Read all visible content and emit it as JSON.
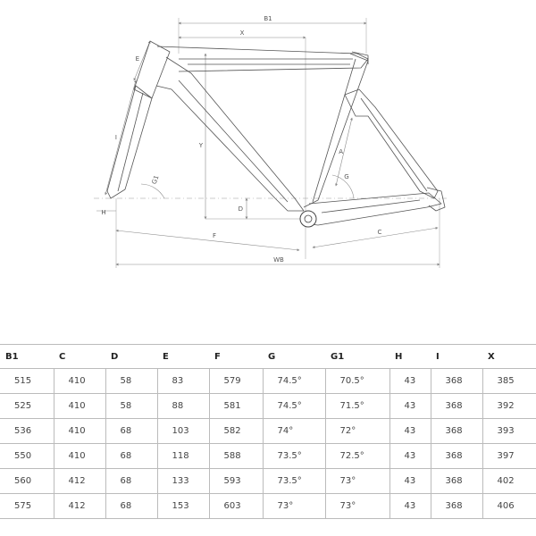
{
  "diagram": {
    "labels": {
      "b1": "B1",
      "x": "X",
      "e": "E",
      "i": "I",
      "y": "Y",
      "g1": "G1",
      "g": "G",
      "d": "D",
      "a": "A",
      "h": "H",
      "f": "F",
      "c": "C",
      "wb": "WB"
    },
    "colors": {
      "line": "#777777",
      "frame": "#555555",
      "dim": "#8a8a8a"
    }
  },
  "table": {
    "headers": [
      "B1",
      "C",
      "D",
      "E",
      "F",
      "G",
      "G1",
      "H",
      "I",
      "X"
    ],
    "rows": [
      [
        "515",
        "410",
        "58",
        "83",
        "579",
        "74.5°",
        "70.5°",
        "43",
        "368",
        "385"
      ],
      [
        "525",
        "410",
        "58",
        "88",
        "581",
        "74.5°",
        "71.5°",
        "43",
        "368",
        "392"
      ],
      [
        "536",
        "410",
        "68",
        "103",
        "582",
        "74°",
        "72°",
        "43",
        "368",
        "393"
      ],
      [
        "550",
        "410",
        "68",
        "118",
        "588",
        "73.5°",
        "72.5°",
        "43",
        "368",
        "397"
      ],
      [
        "560",
        "412",
        "68",
        "133",
        "593",
        "73.5°",
        "73°",
        "43",
        "368",
        "402"
      ],
      [
        "575",
        "412",
        "68",
        "153",
        "603",
        "73°",
        "73°",
        "43",
        "368",
        "406"
      ]
    ]
  }
}
